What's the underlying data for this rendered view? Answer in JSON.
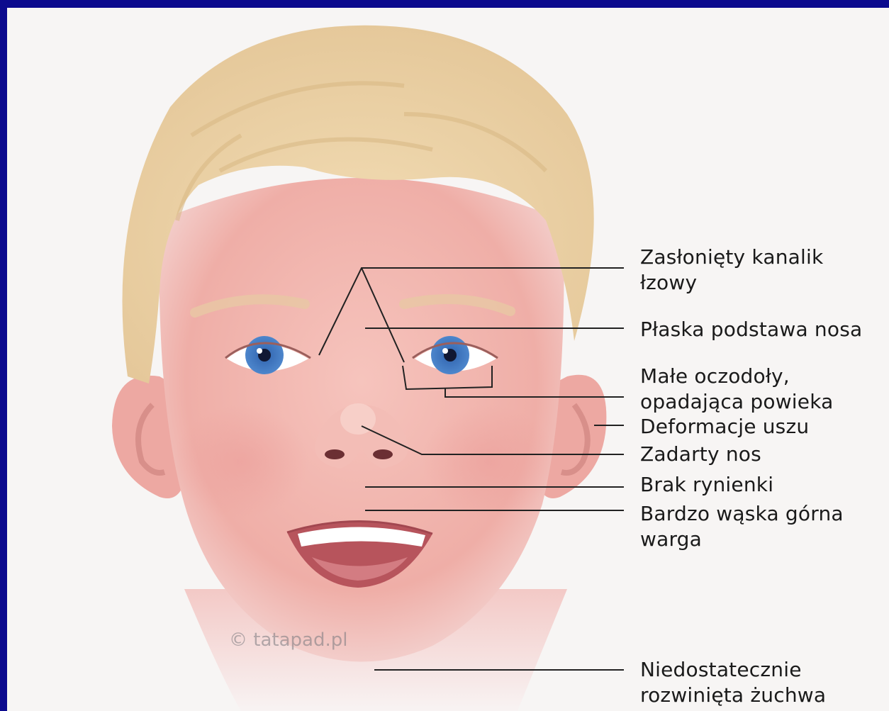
{
  "labels": [
    {
      "id": "tear-duct",
      "lines": [
        "Zasłonięty kanalik",
        "łzowy"
      ]
    },
    {
      "id": "flat-nasal-bridge",
      "lines": [
        "Płaska podstawa nosa"
      ]
    },
    {
      "id": "small-eye-sockets",
      "lines": [
        "Małe oczodoły,",
        "opadająca powieka"
      ]
    },
    {
      "id": "ear-deformities",
      "lines": [
        "Deformacje uszu"
      ]
    },
    {
      "id": "upturned-nose",
      "lines": [
        "Zadarty nos"
      ]
    },
    {
      "id": "no-philtrum",
      "lines": [
        "Brak rynienki"
      ]
    },
    {
      "id": "thin-upper-lip",
      "lines": [
        "Bardzo wąska górna",
        "warga"
      ]
    },
    {
      "id": "underdeveloped-jaw",
      "lines": [
        "Niedostatecznie",
        "rozwinięta żuchwa"
      ]
    }
  ],
  "watermark": "© tatapad.pl",
  "colors": {
    "border": "#0c0a8e",
    "background": "#f7f5f4",
    "skin": "#f1b2ac",
    "hair": "#ecd3a8",
    "iris": "#3f79c2",
    "leader_line": "#222222"
  }
}
